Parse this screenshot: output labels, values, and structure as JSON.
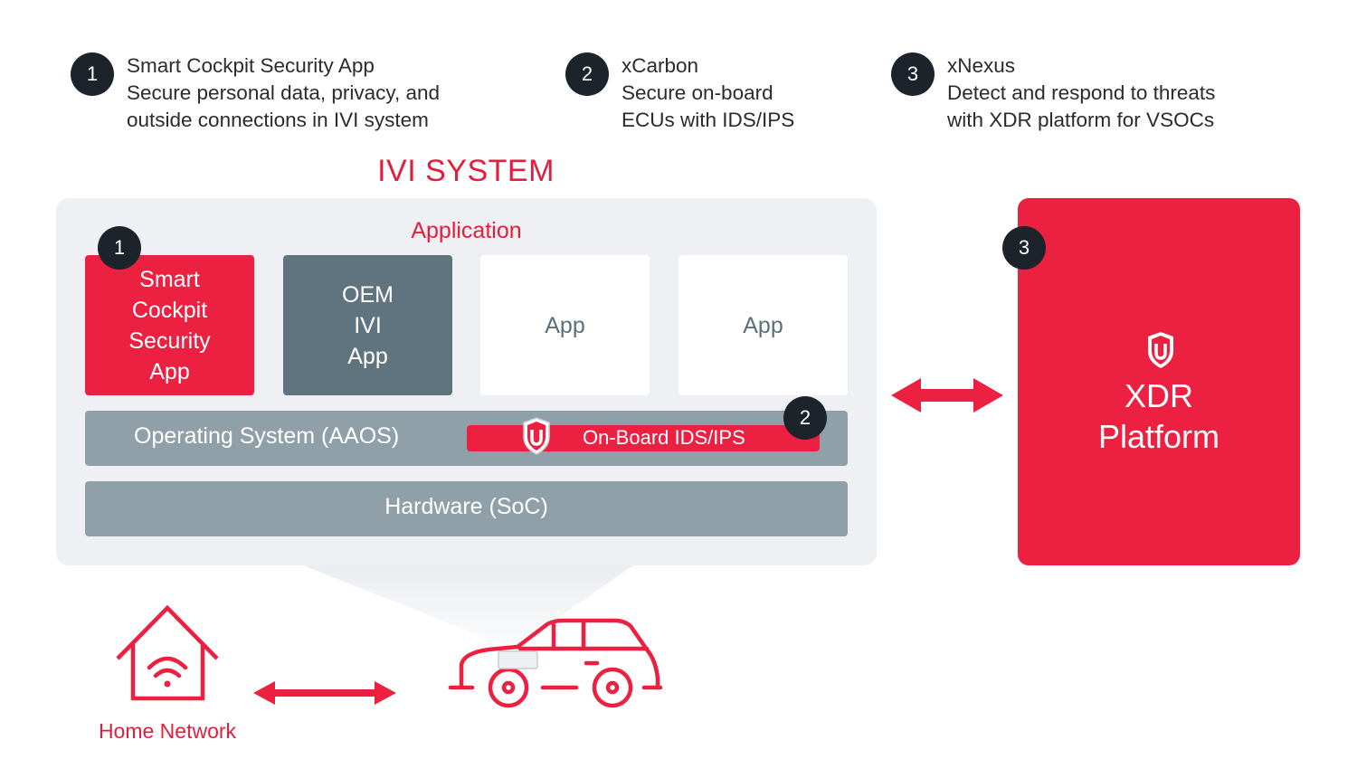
{
  "legend": [
    {
      "number": "1",
      "lines": [
        "Smart Cockpit Security App",
        "Secure personal data, privacy, and",
        "outside connections in IVI system"
      ]
    },
    {
      "number": "2",
      "lines": [
        "xCarbon",
        "Secure on-board",
        "ECUs with IDS/IPS"
      ]
    },
    {
      "number": "3",
      "lines": [
        "xNexus",
        "Detect and respond to threats",
        "with XDR platform for VSOCs"
      ]
    }
  ],
  "ivi_system": {
    "title": "IVI SYSTEM",
    "application_label": "Application",
    "tiles": [
      {
        "lines": [
          "Smart",
          "Cockpit",
          "Security",
          "App"
        ],
        "badge": "1"
      },
      {
        "lines": [
          "OEM",
          "IVI",
          "App"
        ]
      },
      {
        "lines": [
          "App"
        ]
      },
      {
        "lines": [
          "App"
        ]
      }
    ],
    "os_label": "Operating System (AAOS)",
    "ids_label": "On-Board IDS/IPS",
    "ids_badge": "2",
    "hardware_label": "Hardware (SoC)"
  },
  "xdr": {
    "badge": "3",
    "lines": [
      "XDR",
      "Platform"
    ]
  },
  "home_network_label": "Home Network",
  "colors": {
    "accent_red": "#ec2040",
    "title_red": "#e31e3c",
    "badge_dark": "#1c232b",
    "panel_bg": "#eef0f3",
    "bar_gray": "#8fa0a8",
    "tile_gray": "#607480"
  },
  "icons": [
    "shield-logo-icon",
    "double-arrow-icon",
    "home-wifi-icon",
    "car-icon"
  ]
}
